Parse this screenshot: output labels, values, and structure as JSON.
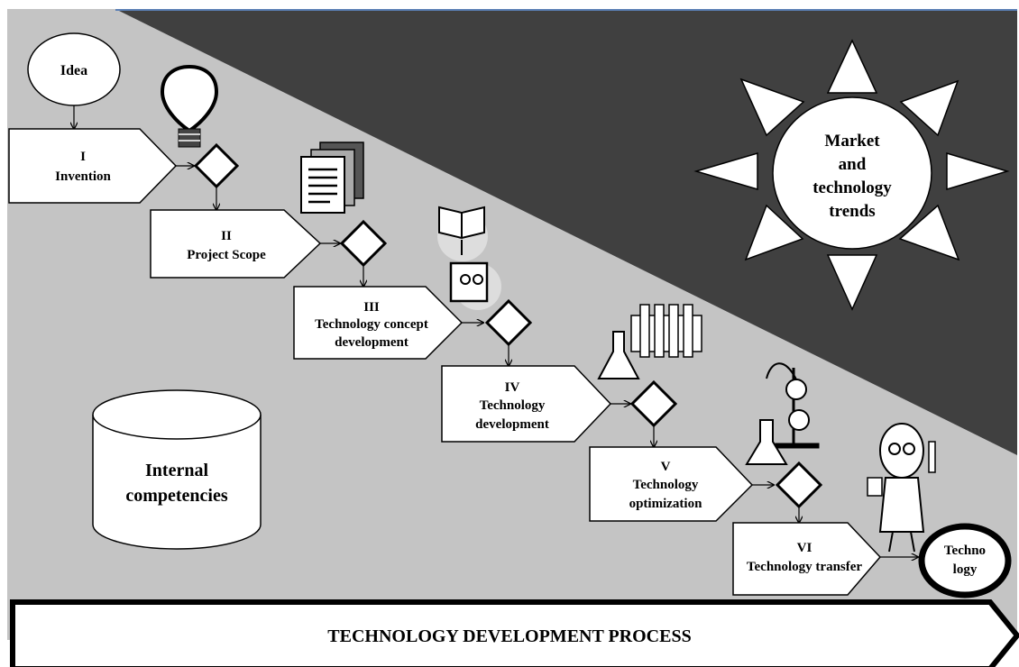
{
  "start_node": "Idea",
  "stages": [
    {
      "numeral": "I",
      "line1": "Invention",
      "line2": ""
    },
    {
      "numeral": "II",
      "line1": "Project Scope",
      "line2": ""
    },
    {
      "numeral": "III",
      "line1": "Technology concept",
      "line2": "development"
    },
    {
      "numeral": "IV",
      "line1": "Technology",
      "line2": "development"
    },
    {
      "numeral": "V",
      "line1": "Technology",
      "line2": "optimization"
    },
    {
      "numeral": "VI",
      "line1": "Technology transfer",
      "line2": ""
    }
  ],
  "end_node": {
    "line1": "Techno",
    "line2": "logy"
  },
  "market": {
    "line1": "Market",
    "line2": "and",
    "line3": "technology",
    "line4": "trends"
  },
  "competencies": {
    "line1": "Internal",
    "line2": "competencies"
  },
  "banner": "TECHNOLOGY DEVELOPMENT PROCESS",
  "icons": [
    "light-bulb-icon",
    "documents-icon",
    "book-and-person-icon",
    "test-tubes-icon",
    "lab-apparatus-icon",
    "scientist-icon"
  ],
  "colors": {
    "light_region": "#c4c4c4",
    "dark_region": "#404040",
    "shape_fill": "#ffffff",
    "stroke": "#000000"
  }
}
